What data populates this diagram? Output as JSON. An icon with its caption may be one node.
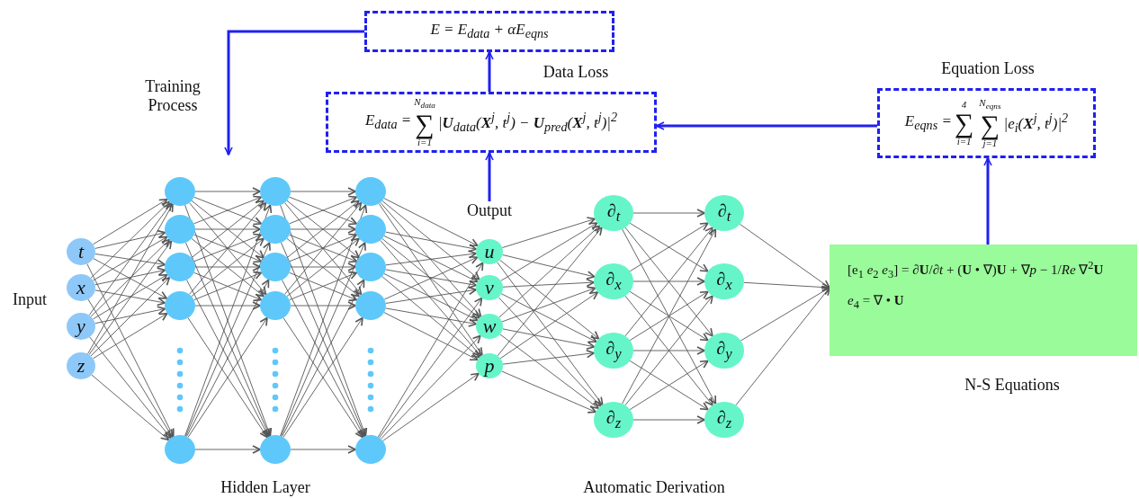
{
  "diagram": {
    "nodes": [
      {
        "text": [
          "E = E$_{data}$ + αE$_{eqns}$"
        ]
      },
      {
        "text": [
          "E$_{data}$ =",
          "N$_{data}$",
          "∑",
          "i=1",
          "|**U**$_{data}$(**X**$^{j}$, t$^{j}$) − **U**$_{pred}$(**X**$^{j}$, t$^{j}$)|$^{2}$"
        ],
        "beside": [
          "Data Loss"
        ]
      },
      {
        "text": [
          "E$_{eqns}$ =",
          "4",
          "∑",
          "i=1",
          "N$_{eqns}$",
          "∑",
          "j=1",
          "|e$_{i}$(**X**$^{j}$, t$^{j}$)|$^{2}$"
        ],
        "beside": [
          "Equation Loss"
        ]
      },
      {
        "text": [
          "Output"
        ]
      },
      {
        "text": [
          "t"
        ]
      },
      {
        "text": [
          "x"
        ]
      },
      {
        "text": [
          "y"
        ]
      },
      {
        "text": [
          "z"
        ]
      },
      {
        "text": [],
        "shape": "circle"
      },
      {
        "text": [],
        "shape": "circle"
      },
      {
        "text": [],
        "shape": "circle"
      },
      {
        "text": [],
        "shape": "circle"
      },
      {
        "text": [],
        "shape": "circle"
      },
      {
        "text": [],
        "shape": "circle"
      },
      {
        "text": [],
        "shape": "circle"
      },
      {
        "text": [],
        "shape": "circle"
      },
      {
        "text": [],
        "shape": "circle"
      },
      {
        "text": [],
        "shape": "circle"
      },
      {
        "text": [],
        "shape": "circle"
      },
      {
        "text": [],
        "shape": "circle"
      },
      {
        "text": [],
        "shape": "circle"
      },
      {
        "text": [],
        "shape": "circle"
      },
      {
        "text": [],
        "shape": "circle"
      },
      {
        "text": [
          "u"
        ]
      },
      {
        "text": [
          "v"
        ]
      },
      {
        "text": [
          "w"
        ]
      },
      {
        "text": [
          "p"
        ]
      },
      {
        "text": [
          "∂$_{t}$"
        ]
      },
      {
        "text": [
          "∂$_{x}$"
        ]
      },
      {
        "text": [
          "∂$_{y}$"
        ]
      },
      {
        "text": [
          "∂$_{z}$"
        ]
      },
      {
        "text": [
          "∂$_{t}$"
        ]
      },
      {
        "text": [
          "∂$_{x}$"
        ]
      },
      {
        "text": [
          "∂$_{y}$"
        ]
      },
      {
        "text": [
          "∂$_{z}$"
        ]
      },
      {
        "text": [
          "[e$_{1}$ *e*$_{2}$ *e*$_{3}$] = ∂**U**/∂*t* + (**U** • ∇)**U** + ∇*p* − 1/*Re* ∇$^{2}$**U**",
          "*e*$_{4}$ = ∇ • **U**"
        ],
        "beside": [
          "N-S Equations"
        ]
      }
    ],
    "edges": [
      {
        "from": 1,
        "to": 0,
        "arrow": "to",
        "style": "thick",
        "color": "#2020f0"
      },
      {
        "from": 0,
        "to": null,
        "arrow": "to",
        "style": "thick",
        "color": "#2020f0"
      },
      {
        "from": 2,
        "to": 1,
        "arrow": "to",
        "style": "thick",
        "color": "#2020f0"
      },
      {
        "from": 35,
        "to": 2,
        "arrow": "to",
        "style": "thick",
        "color": "#2020f0"
      },
      {
        "from": 3,
        "to": 1,
        "arrow": "to",
        "style": "thick",
        "color": "#2020f0"
      },
      {
        "from": 4,
        "to": 8,
        "arrow": "to"
      },
      {
        "from": 4,
        "to": 9,
        "arrow": "to"
      },
      {
        "from": 4,
        "to": 10,
        "arrow": "to"
      },
      {
        "from": 4,
        "to": 11,
        "arrow": "to"
      },
      {
        "from": 4,
        "to": 12,
        "arrow": "to"
      },
      {
        "from": 5,
        "to": 8,
        "arrow": "to"
      },
      {
        "from": 5,
        "to": 9,
        "arrow": "to"
      },
      {
        "from": 5,
        "to": 10,
        "arrow": "to"
      },
      {
        "from": 5,
        "to": 11,
        "arrow": "to"
      },
      {
        "from": 5,
        "to": 12,
        "arrow": "to"
      },
      {
        "from": 6,
        "to": 8,
        "arrow": "to"
      },
      {
        "from": 6,
        "to": 9,
        "arrow": "to"
      },
      {
        "from": 6,
        "to": 10,
        "arrow": "to"
      },
      {
        "from": 6,
        "to": 11,
        "arrow": "to"
      },
      {
        "from": 6,
        "to": 12,
        "arrow": "to"
      },
      {
        "from": 7,
        "to": 8,
        "arrow": "to"
      },
      {
        "from": 7,
        "to": 9,
        "arrow": "to"
      },
      {
        "from": 7,
        "to": 10,
        "arrow": "to"
      },
      {
        "from": 7,
        "to": 11,
        "arrow": "to"
      },
      {
        "from": 7,
        "to": 12,
        "arrow": "to"
      },
      {
        "from": 8,
        "to": 13,
        "arrow": "to"
      },
      {
        "from": 8,
        "to": 14,
        "arrow": "to"
      },
      {
        "from": 8,
        "to": 15,
        "arrow": "to"
      },
      {
        "from": 8,
        "to": 16,
        "arrow": "to"
      },
      {
        "from": 8,
        "to": 17,
        "arrow": "to"
      },
      {
        "from": 9,
        "to": 13,
        "arrow": "to"
      },
      {
        "from": 9,
        "to": 14,
        "arrow": "to"
      },
      {
        "from": 9,
        "to": 15,
        "arrow": "to"
      },
      {
        "from": 9,
        "to": 16,
        "arrow": "to"
      },
      {
        "from": 9,
        "to": 17,
        "arrow": "to"
      },
      {
        "from": 10,
        "to": 13,
        "arrow": "to"
      },
      {
        "from": 10,
        "to": 14,
        "arrow": "to"
      },
      {
        "from": 10,
        "to": 15,
        "arrow": "to"
      },
      {
        "from": 10,
        "to": 16,
        "arrow": "to"
      },
      {
        "from": 10,
        "to": 17,
        "arrow": "to"
      },
      {
        "from": 11,
        "to": 13,
        "arrow": "to"
      },
      {
        "from": 11,
        "to": 14,
        "arrow": "to"
      },
      {
        "from": 11,
        "to": 15,
        "arrow": "to"
      },
      {
        "from": 11,
        "to": 16,
        "arrow": "to"
      },
      {
        "from": 11,
        "to": 17,
        "arrow": "to"
      },
      {
        "from": 12,
        "to": 13,
        "arrow": "to"
      },
      {
        "from": 12,
        "to": 14,
        "arrow": "to"
      },
      {
        "from": 12,
        "to": 15,
        "arrow": "to"
      },
      {
        "from": 12,
        "to": 16,
        "arrow": "to"
      },
      {
        "from": 12,
        "to": 17,
        "arrow": "to"
      },
      {
        "from": 13,
        "to": 18,
        "arrow": "to"
      },
      {
        "from": 13,
        "to": 19,
        "arrow": "to"
      },
      {
        "from": 13,
        "to": 20,
        "arrow": "to"
      },
      {
        "from": 13,
        "to": 21,
        "arrow": "to"
      },
      {
        "from": 13,
        "to": 22,
        "arrow": "to"
      },
      {
        "from": 14,
        "to": 18,
        "arrow": "to"
      },
      {
        "from": 14,
        "to": 19,
        "arrow": "to"
      },
      {
        "from": 14,
        "to": 20,
        "arrow": "to"
      },
      {
        "from": 14,
        "to": 21,
        "arrow": "to"
      },
      {
        "from": 14,
        "to": 22,
        "arrow": "to"
      },
      {
        "from": 15,
        "to": 18,
        "arrow": "to"
      },
      {
        "from": 15,
        "to": 19,
        "arrow": "to"
      },
      {
        "from": 15,
        "to": 20,
        "arrow": "to"
      },
      {
        "from": 15,
        "to": 21,
        "arrow": "to"
      },
      {
        "from": 15,
        "to": 22,
        "arrow": "to"
      },
      {
        "from": 16,
        "to": 18,
        "arrow": "to"
      },
      {
        "from": 16,
        "to": 19,
        "arrow": "to"
      },
      {
        "from": 16,
        "to": 20,
        "arrow": "to"
      },
      {
        "from": 16,
        "to": 21,
        "arrow": "to"
      },
      {
        "from": 16,
        "to": 22,
        "arrow": "to"
      },
      {
        "from": 17,
        "to": 18,
        "arrow": "to"
      },
      {
        "from": 17,
        "to": 19,
        "arrow": "to"
      },
      {
        "from": 17,
        "to": 20,
        "arrow": "to"
      },
      {
        "from": 17,
        "to": 21,
        "arrow": "to"
      },
      {
        "from": 17,
        "to": 22,
        "arrow": "to"
      },
      {
        "from": 18,
        "to": 23,
        "arrow": "to"
      },
      {
        "from": 18,
        "to": 24,
        "arrow": "to"
      },
      {
        "from": 18,
        "to": 25,
        "arrow": "to"
      },
      {
        "from": 18,
        "to": 26,
        "arrow": "to"
      },
      {
        "from": 19,
        "to": 23,
        "arrow": "to"
      },
      {
        "from": 19,
        "to": 24,
        "arrow": "to"
      },
      {
        "from": 19,
        "to": 25,
        "arrow": "to"
      },
      {
        "from": 19,
        "to": 26,
        "arrow": "to"
      },
      {
        "from": 20,
        "to": 23,
        "arrow": "to"
      },
      {
        "from": 20,
        "to": 24,
        "arrow": "to"
      },
      {
        "from": 20,
        "to": 25,
        "arrow": "to"
      },
      {
        "from": 20,
        "to": 26,
        "arrow": "to"
      },
      {
        "from": 21,
        "to": 23,
        "arrow": "to"
      },
      {
        "from": 21,
        "to": 24,
        "arrow": "to"
      },
      {
        "from": 21,
        "to": 25,
        "arrow": "to"
      },
      {
        "from": 21,
        "to": 26,
        "arrow": "to"
      },
      {
        "from": 22,
        "to": 23,
        "arrow": "to"
      },
      {
        "from": 22,
        "to": 24,
        "arrow": "to"
      },
      {
        "from": 22,
        "to": 25,
        "arrow": "to"
      },
      {
        "from": 22,
        "to": 26,
        "arrow": "to"
      },
      {
        "from": 23,
        "to": 27,
        "arrow": "to"
      },
      {
        "from": 23,
        "to": 28,
        "arrow": "to"
      },
      {
        "from": 23,
        "to": 29,
        "arrow": "to"
      },
      {
        "from": 23,
        "to": 30,
        "arrow": "to"
      },
      {
        "from": 24,
        "to": 27,
        "arrow": "to"
      },
      {
        "from": 24,
        "to": 28,
        "arrow": "to"
      },
      {
        "from": 24,
        "to": 29,
        "arrow": "to"
      },
      {
        "from": 24,
        "to": 30,
        "arrow": "to"
      },
      {
        "from": 25,
        "to": 27,
        "arrow": "to"
      },
      {
        "from": 25,
        "to": 28,
        "arrow": "to"
      },
      {
        "from": 25,
        "to": 29,
        "arrow": "to"
      },
      {
        "from": 25,
        "to": 30,
        "arrow": "to"
      },
      {
        "from": 26,
        "to": 27,
        "arrow": "to"
      },
      {
        "from": 26,
        "to": 28,
        "arrow": "to"
      },
      {
        "from": 26,
        "to": 29,
        "arrow": "to"
      },
      {
        "from": 26,
        "to": 30,
        "arrow": "to"
      },
      {
        "from": 27,
        "to": 31,
        "arrow": "to"
      },
      {
        "from": 27,
        "to": 32,
        "arrow": "to"
      },
      {
        "from": 27,
        "to": 33,
        "arrow": "to"
      },
      {
        "from": 27,
        "to": 34,
        "arrow": "to"
      },
      {
        "from": 28,
        "to": 31,
        "arrow": "to"
      },
      {
        "from": 28,
        "to": 32,
        "arrow": "to"
      },
      {
        "from": 28,
        "to": 33,
        "arrow": "to"
      },
      {
        "from": 28,
        "to": 34,
        "arrow": "to"
      },
      {
        "from": 29,
        "to": 31,
        "arrow": "to"
      },
      {
        "from": 29,
        "to": 32,
        "arrow": "to"
      },
      {
        "from": 29,
        "to": 33,
        "arrow": "to"
      },
      {
        "from": 29,
        "to": 34,
        "arrow": "to"
      },
      {
        "from": 30,
        "to": 31,
        "arrow": "to"
      },
      {
        "from": 30,
        "to": 32,
        "arrow": "to"
      },
      {
        "from": 30,
        "to": 33,
        "arrow": "to"
      },
      {
        "from": 30,
        "to": 34,
        "arrow": "to"
      },
      {
        "from": 31,
        "to": 35,
        "arrow": "to"
      },
      {
        "from": 32,
        "to": 35,
        "arrow": "to"
      },
      {
        "from": 33,
        "to": 35,
        "arrow": "to"
      },
      {
        "from": 34,
        "to": 35,
        "arrow": "to"
      }
    ],
    "labels": [
      "Training Process",
      "Input",
      "Hidden Layer",
      "Automatic Derivation"
    ]
  }
}
